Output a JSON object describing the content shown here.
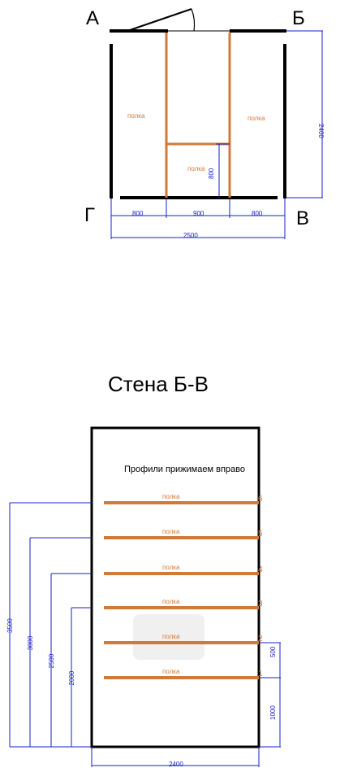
{
  "plan": {
    "corners": {
      "a": "А",
      "b": "Б",
      "v": "В",
      "g": "Г"
    },
    "shelves": {
      "left": "полка",
      "right": "полка",
      "middle": "полка"
    },
    "dims": {
      "left_width": "800",
      "mid_width": "900",
      "right_width": "800",
      "total_width": "2500",
      "height": "2400",
      "mid_shelf_height": "800"
    }
  },
  "elevation": {
    "title": "Стена Б-В",
    "note": "Профили прижимаем вправо",
    "shelves": [
      {
        "label": "полка",
        "num": "6",
        "height": "3500"
      },
      {
        "label": "полка",
        "num": "5",
        "height": "3000"
      },
      {
        "label": "полка",
        "num": "4",
        "height": "2500"
      },
      {
        "label": "полка",
        "num": "3",
        "height": "2000"
      },
      {
        "label": "полка",
        "num": "2"
      },
      {
        "label": "полка",
        "num": "1"
      }
    ],
    "right_dims": {
      "upper": "500",
      "lower": "1000"
    },
    "bottom_dim": "2400"
  },
  "colors": {
    "wall": "#000000",
    "shelf": "#d07a3a",
    "dimension": "#1a22c8"
  }
}
